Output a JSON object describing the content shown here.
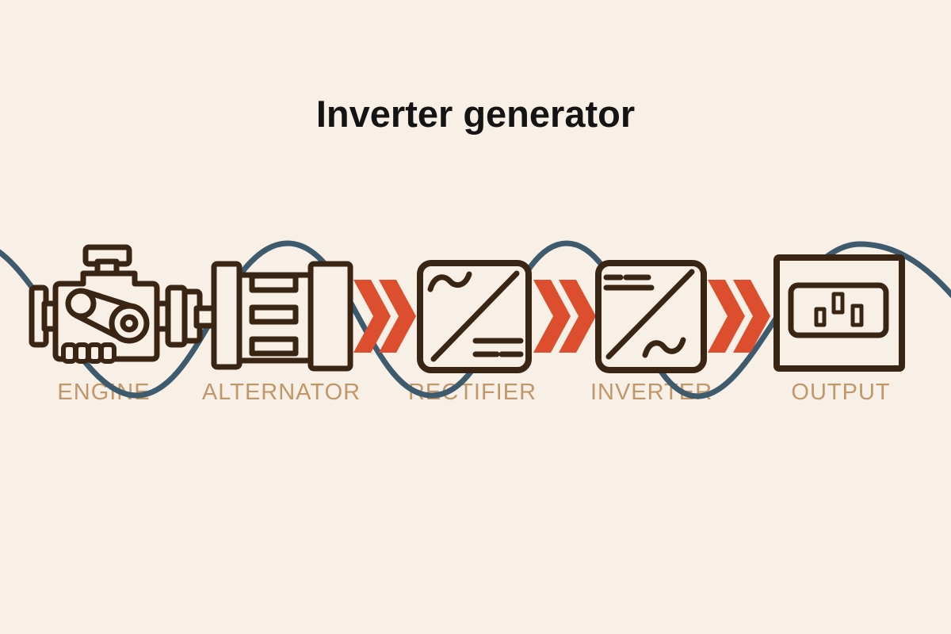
{
  "title": "Inverter generator",
  "stages": [
    {
      "label": "ENGINE",
      "icon": "engine-icon"
    },
    {
      "label": "ALTERNATOR",
      "icon": "alternator-icon"
    },
    {
      "label": "RECTIFIER",
      "icon": "rectifier-icon"
    },
    {
      "label": "INVERTER",
      "icon": "inverter-icon"
    },
    {
      "label": "OUTPUT",
      "icon": "power-outlet-icon"
    }
  ],
  "flow_separator": "double-chevron-right",
  "theme": {
    "bg": "#F8EFE6",
    "outline": "#3A2413",
    "wave": "#3E5A6D",
    "chevron": "#DC4E2D",
    "label": "#C0976A",
    "title_color": "#141414"
  }
}
